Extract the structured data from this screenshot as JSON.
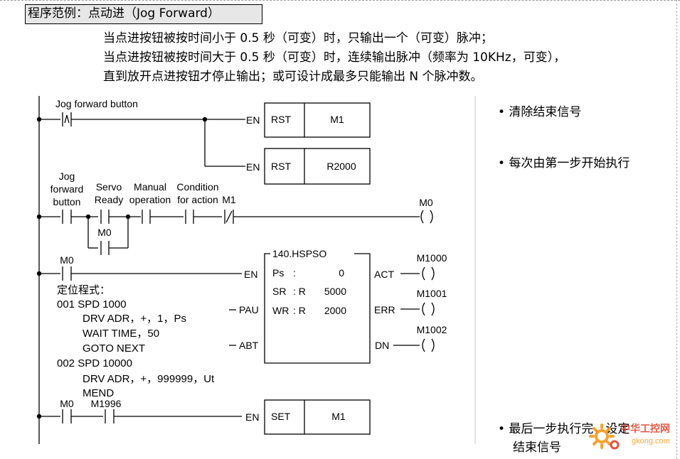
{
  "title": "程序范例：点动进（Jog Forward）",
  "intro": [
    "当点进按钮被按时间小于 0.5 秒（可变）时，只输出一个（可变）脉冲；",
    "当点进按钮被按时间大于 0.5 秒（可变）时，连续输出脉冲（频率为 10KHz，可变），",
    "直到放开点进按钮才停止输出；或可设计成最多只能输出 N 个脉冲数。"
  ],
  "notes": [
    "• 清除结束信号",
    "• 每次由第一步开始执行",
    "• 最后一步执行完，设定",
    "结束信号"
  ],
  "rung1": {
    "contact_label": "Jog forward button",
    "en": "EN",
    "block1": {
      "op": "RST",
      "operand": "M1"
    },
    "block2": {
      "op": "RST",
      "operand": "R2000"
    }
  },
  "rung2": {
    "jog_label": [
      "Jog",
      "forward",
      "button"
    ],
    "servo_label": [
      "Servo",
      "Ready"
    ],
    "manual_label": [
      "Manual",
      "operation"
    ],
    "condition_label": [
      "Condition",
      "for action"
    ],
    "m1_label": "M1",
    "m0_parallel_label": "M0",
    "coil_label": "M0"
  },
  "rung3": {
    "contact_label": "M0",
    "block_name": "140.HSPSO",
    "inputs": [
      "EN",
      "PAU",
      "ABT"
    ],
    "outputs": [
      "ACT",
      "ERR",
      "DN"
    ],
    "params": [
      {
        "name": "Ps",
        "sep": ":",
        "value": "0"
      },
      {
        "name": "SR",
        "sep": ": R",
        "value": "5000"
      },
      {
        "name": "WR",
        "sep": ": R",
        "value": "2000"
      }
    ],
    "coils": [
      "M1000",
      "M1001",
      "M1002"
    ]
  },
  "program": [
    "定位程式：",
    "001 SPD 1000",
    "DRV ADR，+，1，Ps",
    "WAIT TIME，50",
    "GOTO NEXT",
    "002 SPD 10000",
    "DRV ADR，+，999999，Ut",
    "MEND"
  ],
  "rung4": {
    "contact1_label": "M0",
    "contact2_label": "M1996",
    "en": "EN",
    "block": {
      "op": "SET",
      "operand": "M1"
    }
  },
  "watermark": {
    "brand": "中华工控网",
    "domain": "gkong.com"
  },
  "colors": {
    "watermark_orange": "#f39a1e",
    "watermark_red": "#e0402a",
    "title_bg": "#e7e7e7"
  }
}
